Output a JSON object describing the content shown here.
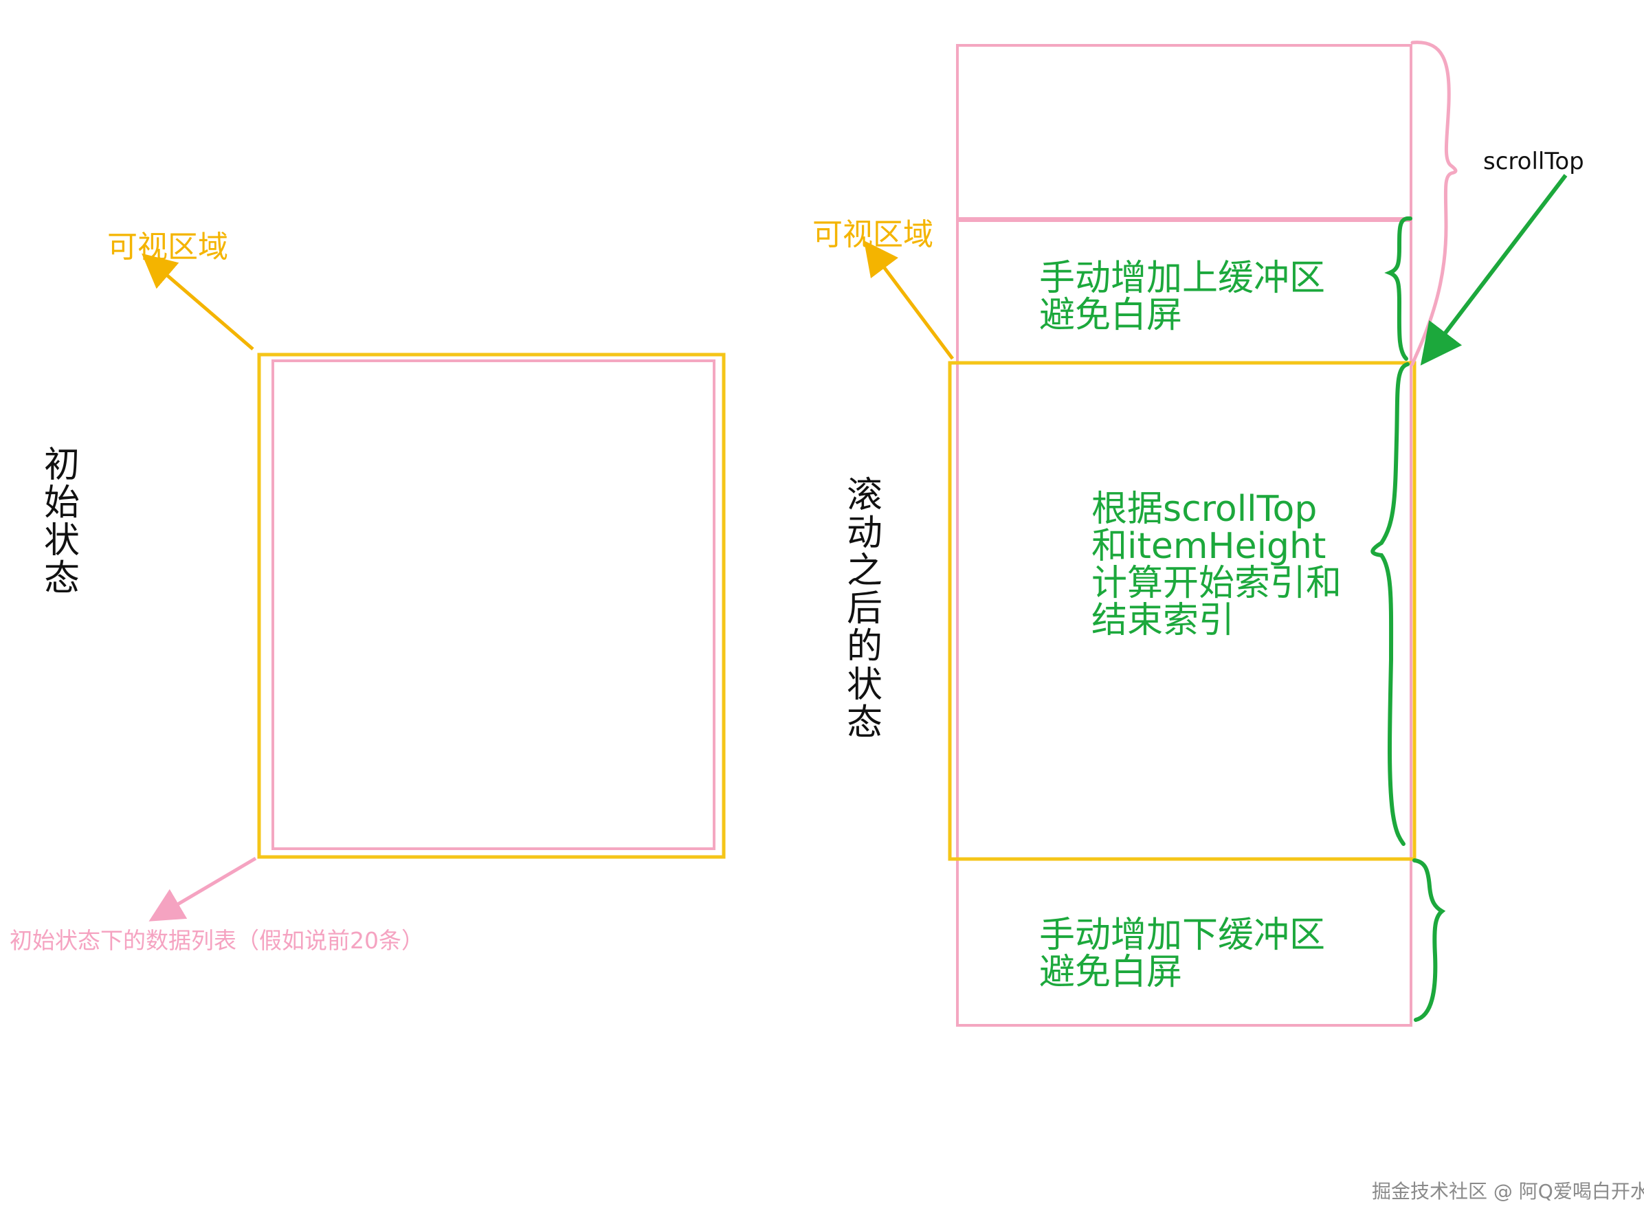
{
  "colors": {
    "viewport": "#f5c518",
    "list": "#f4a7c1",
    "annotation_green": "#1ca83c",
    "label_yellow": "#f4b400",
    "label_pink": "#f5a3c1"
  },
  "left_panel": {
    "side_label": "初始状态",
    "viewport_label": "可视区域",
    "list_label": "初始状态下的数据列表（假如说前20条）"
  },
  "right_panel": {
    "side_label": "滚动之后的状态",
    "viewport_label": "可视区域",
    "scrolltop_label": "scrollTop",
    "top_buffer": [
      "手动增加上缓冲区",
      "避免白屏"
    ],
    "middle_note": [
      "根据scrollTop",
      "和itemHeight",
      "计算开始索引和",
      "结束索引"
    ],
    "bottom_buffer": [
      "手动增加下缓冲区",
      "避免白屏"
    ]
  },
  "watermark": "掘金技术社区 @ 阿Q爱喝白开水"
}
